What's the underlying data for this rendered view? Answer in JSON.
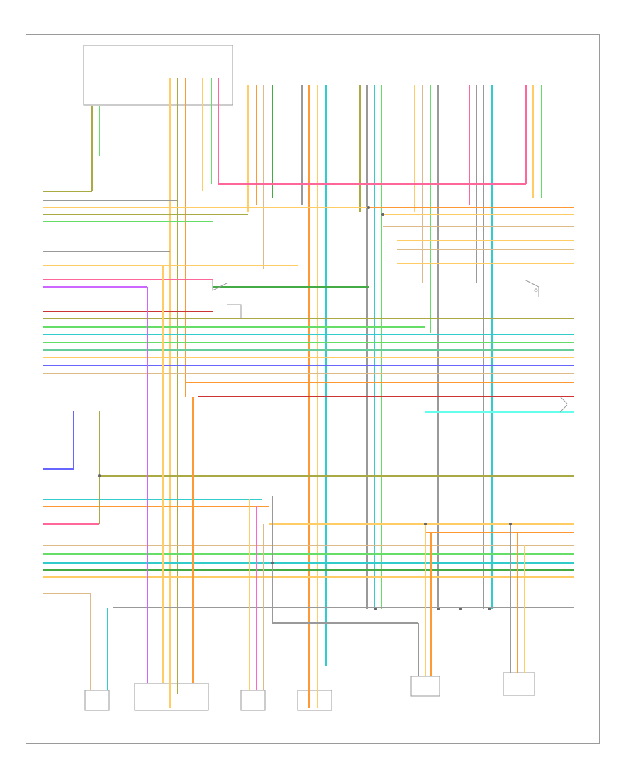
{
  "diagram": {
    "title": "",
    "footer": "",
    "colors": {
      "wire_red": "#ff6699",
      "wire_orange": "#ff9933",
      "wire_yellow": "#ffcc66",
      "wire_green": "#66dd66",
      "wire_dkgreen": "#44aa44",
      "wire_cyan": "#33cccc",
      "wire_blue": "#6666ff",
      "wire_violet": "#cc66ff",
      "wire_brown": "#cc7744",
      "wire_tan": "#ddbb88",
      "wire_olive": "#aaaa44",
      "wire_gray": "#999999",
      "wire_pink": "#ff66cc",
      "wire_ltblue": "#66ccff",
      "wire_dkred": "#cc3333",
      "outline": "#9a9a9a"
    },
    "top_components": [
      {
        "id": "tc1",
        "label": ""
      },
      {
        "id": "tc2",
        "label": ""
      },
      {
        "id": "tc3",
        "label": ""
      },
      {
        "id": "tc4",
        "label": ""
      },
      {
        "id": "tc5",
        "label": ""
      },
      {
        "id": "tc6",
        "label": ""
      },
      {
        "id": "tc7",
        "label": ""
      }
    ],
    "bottom_components": [
      {
        "id": "bc1",
        "label": ""
      },
      {
        "id": "bc2",
        "label": ""
      },
      {
        "id": "bc3",
        "label": ""
      },
      {
        "id": "bc4",
        "label": ""
      },
      {
        "id": "bc5",
        "label": ""
      },
      {
        "id": "bc6",
        "label": ""
      }
    ]
  }
}
